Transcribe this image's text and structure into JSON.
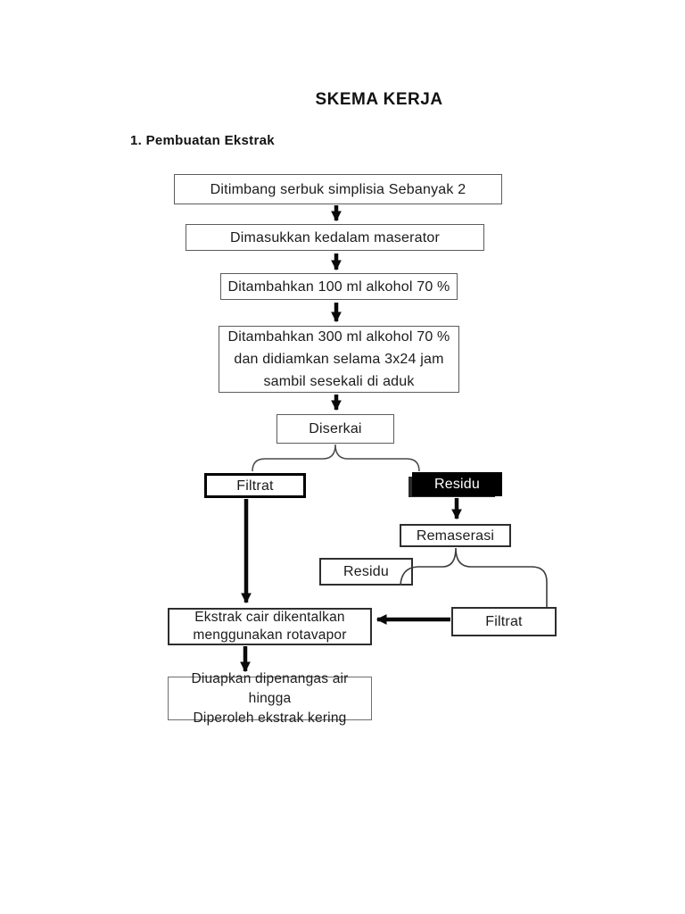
{
  "document": {
    "title": "SKEMA KERJA",
    "section_heading": "1. Pembuatan Ekstrak"
  },
  "flowchart": {
    "steps": {
      "ditimbang": "Ditimbang serbuk simplisia Sebanyak 2",
      "maserator": "Dimasukkan kedalam maserator",
      "alkohol_100": "Ditambahkan 100 ml alkohol 70 %",
      "alkohol_300_line1": "Ditambahkan 300 ml alkohol 70 %",
      "alkohol_300_line2": "dan didiamkan selama 3x24 jam",
      "alkohol_300_line3": "sambil sesekali di aduk",
      "diserkai": "Diserkai",
      "filtrat_1": "Filtrat",
      "residu_1": "Residu",
      "remaserasi": "Remaserasi",
      "residu_2": "Residu",
      "filtrat_2": "Filtrat",
      "rotavapor_line1": "Ekstrak cair dikentalkan",
      "rotavapor_line2": "menggunakan rotavapor",
      "kering_line1": "Diuapkan dipenangas air hingga",
      "kering_line2": "Diperoleh ekstrak kering"
    }
  },
  "colors": {
    "page_background": "#ffffff",
    "text": "#1b1b1b",
    "box_border_light": "#5c5c5c",
    "box_border_dark": "#000000",
    "residu_fill": "#000000",
    "residu_text": "#ffffff",
    "connector": "#111111"
  }
}
